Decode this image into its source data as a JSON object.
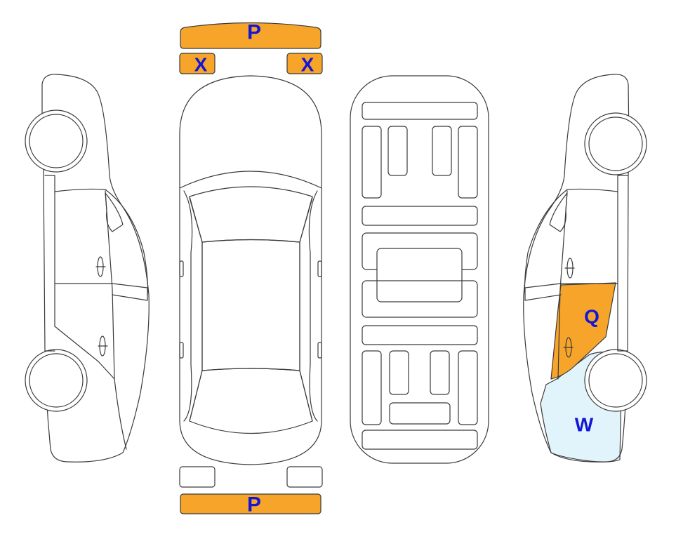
{
  "colors": {
    "damage_orange": "#F7A52A",
    "damage_light_blue": "#E1F4FB",
    "label_blue": "#1416D6",
    "outline": "#3a3a3a"
  },
  "labels": {
    "front_bumper": "P",
    "rear_bumper": "P",
    "front_left_light": "X",
    "front_right_light": "X",
    "right_rear_door": "Q",
    "right_rear_quarter": "W"
  }
}
